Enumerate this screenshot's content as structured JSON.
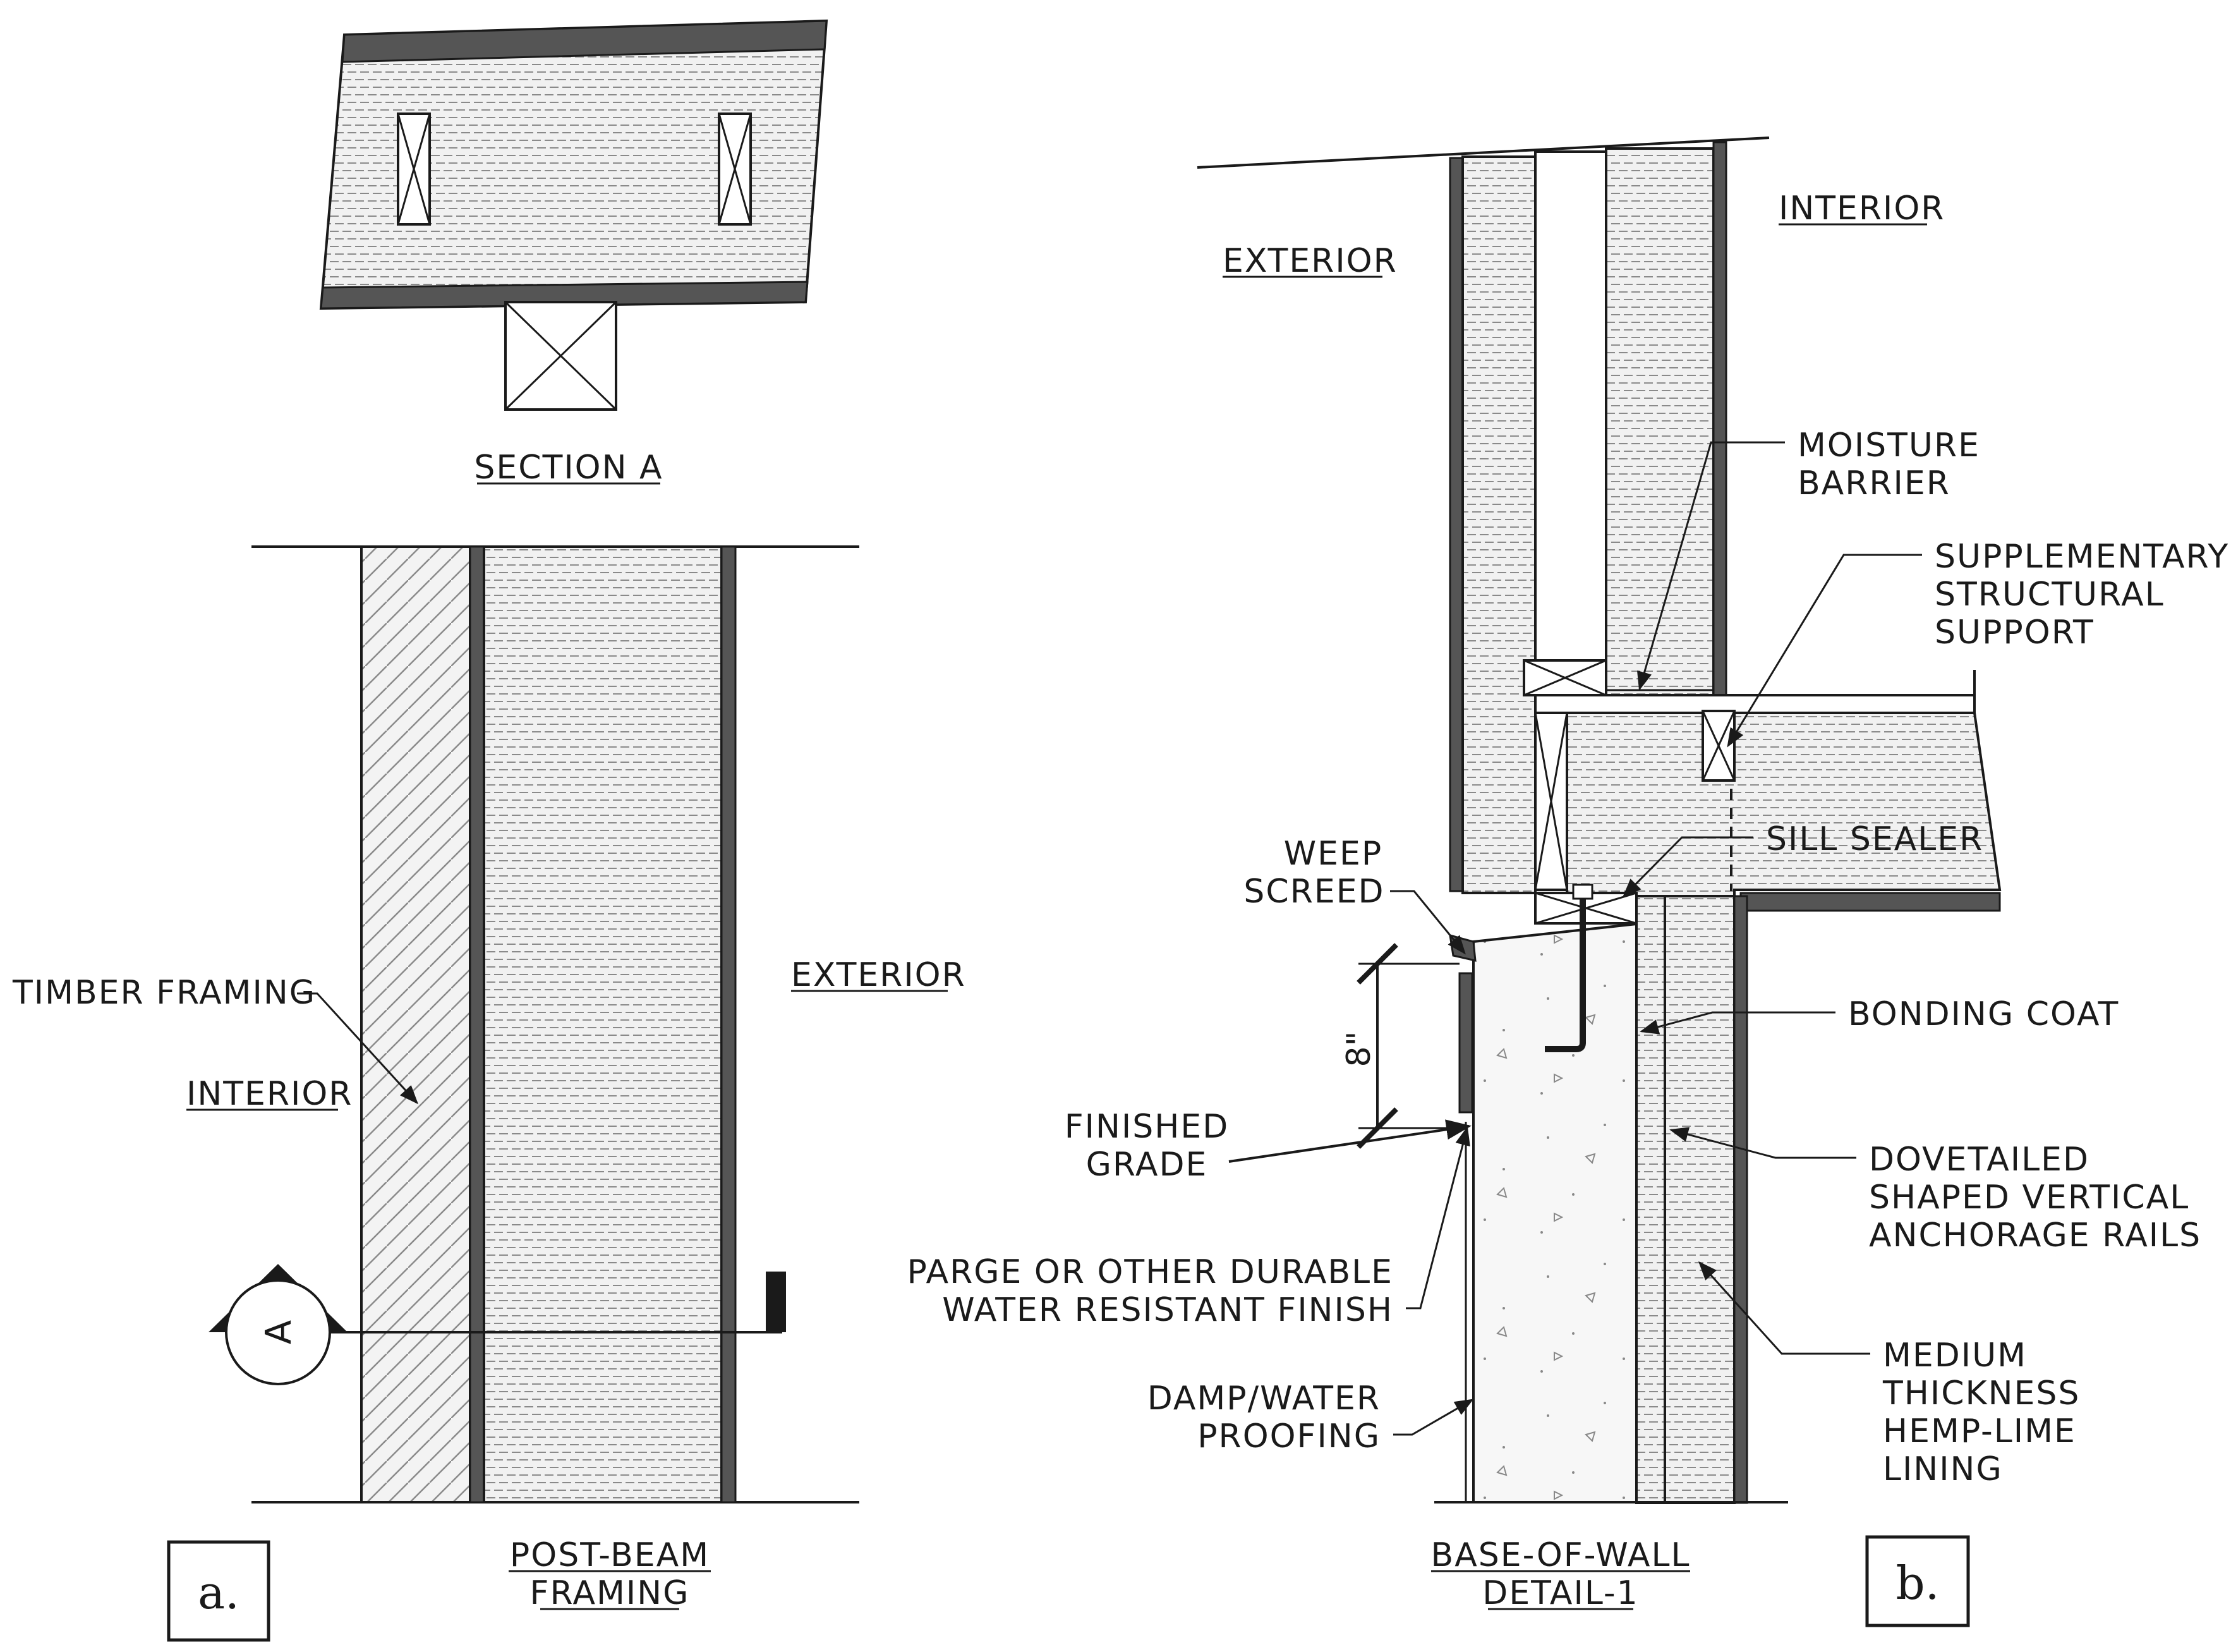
{
  "panel_a": {
    "section_title": "SECTION A",
    "figure_title": [
      "POST-BEAM",
      "FRAMING"
    ],
    "label_interior": "INTERIOR",
    "label_exterior": "EXTERIOR",
    "label_timber": "TIMBER FRAMING",
    "section_marker": "A",
    "panel_letter": "a."
  },
  "panel_b": {
    "label_exterior": "EXTERIOR",
    "label_interior": "INTERIOR",
    "moisture_barrier": [
      "MOISTURE",
      "BARRIER"
    ],
    "supplementary": [
      "SUPPLEMENTARY",
      "STRUCTURAL",
      "SUPPORT"
    ],
    "sill_sealer": "SILL SEALER",
    "weep_screed": [
      "WEEP",
      "SCREED"
    ],
    "bonding_coat": "BONDING COAT",
    "dimension": "8\"",
    "finished_grade": [
      "FINISHED",
      "GRADE"
    ],
    "dovetailed": [
      "DOVETAILED",
      "SHAPED VERTICAL",
      "ANCHORAGE RAILS"
    ],
    "parge": [
      "PARGE OR OTHER DURABLE",
      "WATER RESISTANT FINISH"
    ],
    "medium": [
      "MEDIUM",
      "THICKNESS",
      "HEMP-LIME",
      "LINING"
    ],
    "damp": [
      "DAMP/WATER",
      "PROOFING"
    ],
    "figure_title": [
      "BASE-OF-WALL",
      "DETAIL-1"
    ],
    "panel_letter": "b."
  },
  "colors": {
    "ink": "#1a1a1a",
    "fill_grey": "#f1f1f1",
    "hatch": "#8a8a8a",
    "band": "#555555"
  }
}
